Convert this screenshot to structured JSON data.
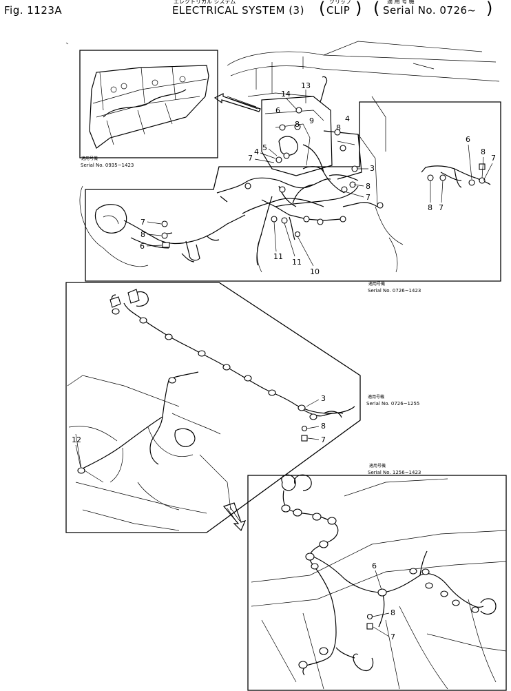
{
  "header": {
    "fig_number": "Fig. 1123A",
    "kana_title": "エレクトリカル システム",
    "title": "ELECTRICAL SYSTEM (3)",
    "kana_sub": "クリップ",
    "subtitle": "CLIP",
    "kanji_serial": "適 用 号 機",
    "serial": "Serial No. 0726~"
  },
  "captions": {
    "inset_top": {
      "jp": "適用号機",
      "serial": "Serial No. 0935~1423"
    },
    "main_panel": {
      "jp": "適用号機",
      "serial": "Serial No. 0726~1423"
    },
    "mid_panel": {
      "jp": "適用号機",
      "serial": "Serial No. 0726~1255"
    },
    "bottom_panel": {
      "jp": "適用号機",
      "serial": "Serial No. 1256~1423"
    }
  },
  "callouts": {
    "c14": "14",
    "c13": "13",
    "c6a": "6",
    "c8a": "8",
    "c9": "9",
    "c8b": "8",
    "c4a": "4",
    "c5": "5",
    "c4b": "4",
    "c7a": "7",
    "c3a": "3",
    "c8c": "8",
    "c7b": "7",
    "c6r": "6",
    "c8r": "8",
    "c7r": "7",
    "c8r2": "8",
    "c7r2": "7",
    "c7l": "7",
    "c8l": "8",
    "c6l": "6",
    "c11a": "11",
    "c11b": "11",
    "c10": "10",
    "c3m": "3",
    "c8m": "8",
    "c7m": "7",
    "c12": "12",
    "c6b": "6",
    "c8bt": "8",
    "c7bt": "7"
  }
}
